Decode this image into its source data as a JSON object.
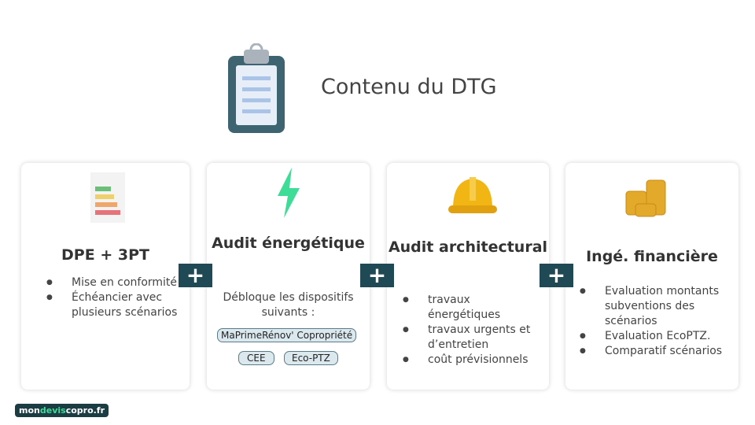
{
  "title": "Contenu du DTG",
  "cards": [
    {
      "heading": "DPE + 3PT",
      "items": [
        "Mise en conformité",
        "Échéancier avec plusieurs scénarios"
      ]
    },
    {
      "heading": "Audit énergétique",
      "text": "Débloque les dispositifs suivants :",
      "pills": [
        "MaPrimeRénov' Copropriété",
        "CEE",
        "Eco-PTZ"
      ]
    },
    {
      "heading": "Audit architectural",
      "items": [
        "travaux énergétiques",
        "travaux urgents et d’entretien",
        "coût prévisionnels"
      ]
    },
    {
      "heading": "Ingé. financière",
      "items": [
        "Evaluation montants subventions des scénarios",
        "Evaluation EcoPTZ.",
        "Comparatif scénarios"
      ]
    }
  ],
  "plus": "+",
  "logo": {
    "a": "mon",
    "b": "devis",
    "c": "copro.fr"
  },
  "colors": {
    "accent": "#1f4a55",
    "green": "#3ddc97"
  }
}
